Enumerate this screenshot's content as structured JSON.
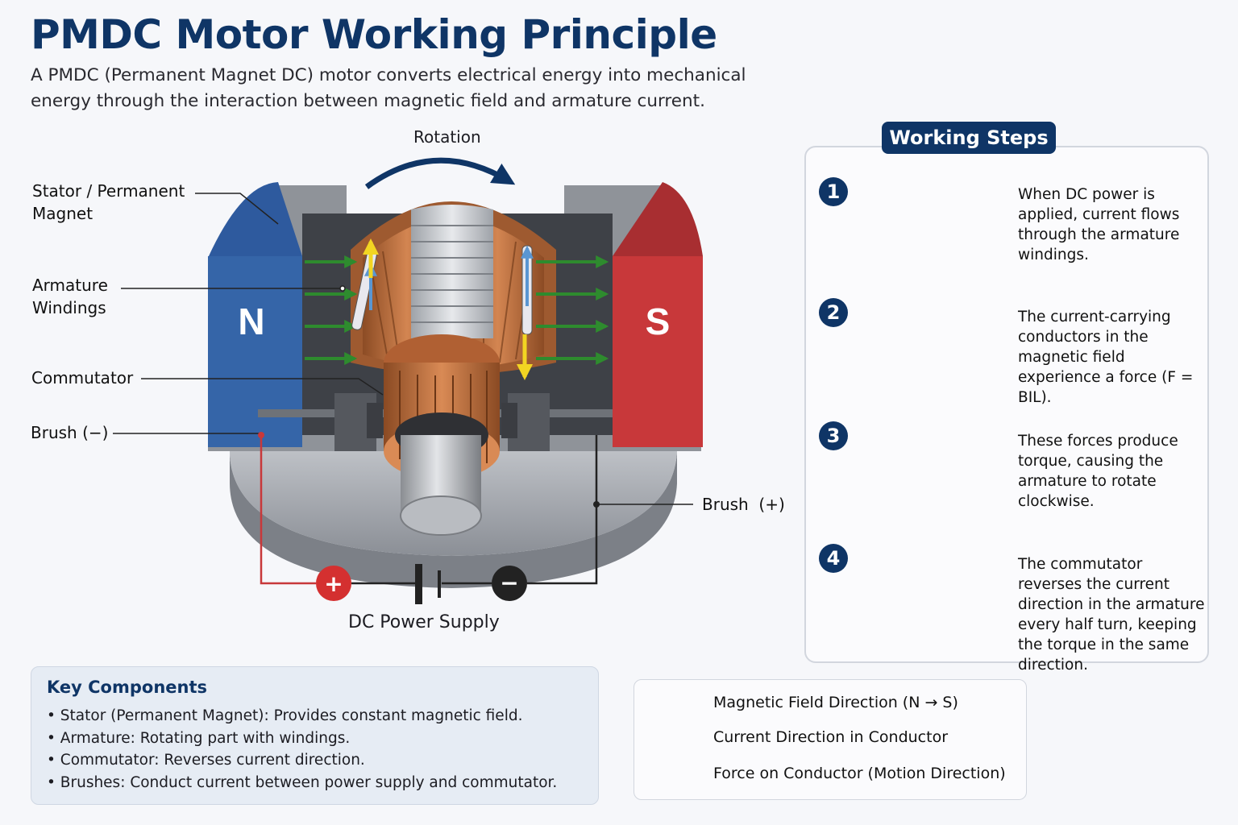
{
  "title": "PMDC Motor Working Principle",
  "subtitle": "A PMDC (Permanent Magnet DC) motor converts electrical energy into mechanical energy through the interaction between magnetic field and armature current.",
  "diagram": {
    "rotation_label": "Rotation",
    "labels": {
      "stator": "Stator / Permanent Magnet",
      "armature": "Armature Windings",
      "commutator": "Commutator",
      "brush_neg": "Brush (−)",
      "brush_pos": "Brush  (+)"
    },
    "north": "N",
    "south": "S",
    "plus": "+",
    "minus": "−",
    "power_supply_label": "DC Power Supply"
  },
  "steps": {
    "title": "Working Steps",
    "items": [
      {
        "num": "1",
        "text": "When DC power is applied, current flows through the armature windings."
      },
      {
        "num": "2",
        "text": "The current-carrying conductors in the magnetic field experience a force (F = BIL)."
      },
      {
        "num": "3",
        "text": "These forces produce torque, causing the armature to rotate clockwise."
      },
      {
        "num": "4",
        "text": "The commutator reverses the current direction in the armature every half turn, keeping the torque in the same direction."
      }
    ],
    "pole_n": "N",
    "pole_s": "S"
  },
  "key_components": {
    "title": "Key Components",
    "items": [
      "• Stator (Permanent Magnet):  Provides constant magnetic field.",
      "• Armature:  Rotating part with windings.",
      "• Commutator:  Reverses current direction.",
      "• Brushes:  Conduct current between power supply and commutator."
    ]
  },
  "legend": {
    "items": [
      {
        "label": "Magnetic Field Direction (N → S)",
        "color": "#2e8b2e"
      },
      {
        "label": "Current Direction in Conductor",
        "color": "#5a96d2"
      },
      {
        "label": "Force on Conductor (Motion Direction)",
        "color": "#f2d522"
      }
    ]
  },
  "colors": {
    "title": "#0f3566",
    "north": "#3565a8",
    "south": "#c8383a",
    "copper": "#b8693a",
    "field": "#2e8b2e",
    "current": "#5a96d2",
    "force": "#f2d522"
  }
}
